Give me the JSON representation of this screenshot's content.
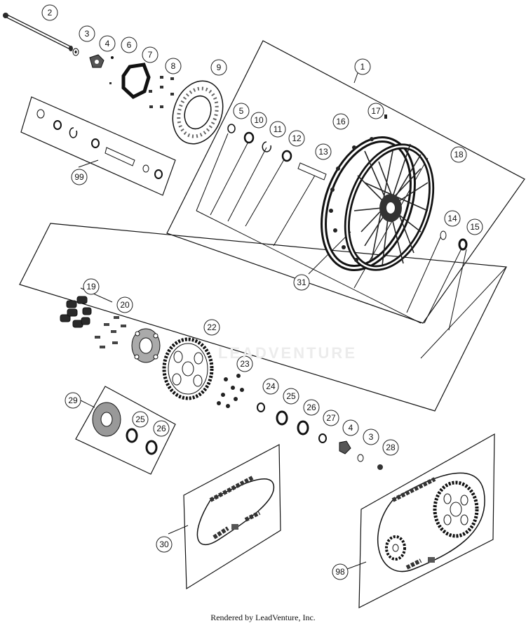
{
  "watermark_text": "LEADVENTURE",
  "credit": "Rendered by LeadVenture, Inc.",
  "callouts": {
    "c1": "1",
    "c2": "2",
    "c3a": "3",
    "c3b": "3",
    "c4a": "4",
    "c4b": "4",
    "c5": "5",
    "c6": "6",
    "c7": "7",
    "c8": "8",
    "c9": "9",
    "c10": "10",
    "c11": "11",
    "c12": "12",
    "c13": "13",
    "c14": "14",
    "c15": "15",
    "c16": "16",
    "c17": "17",
    "c18": "18",
    "c19": "19",
    "c20": "20",
    "c22": "22",
    "c23": "23",
    "c24": "24",
    "c25a": "25",
    "c25b": "25",
    "c26a": "26",
    "c26b": "26",
    "c27": "27",
    "c28": "28",
    "c29": "29",
    "c30": "30",
    "c31": "31",
    "c98": "98",
    "c99": "99"
  },
  "colors": {
    "line": "#111111",
    "part_dark": "#2a2a2a",
    "part_mid": "#888888",
    "watermark": "#ececec"
  }
}
